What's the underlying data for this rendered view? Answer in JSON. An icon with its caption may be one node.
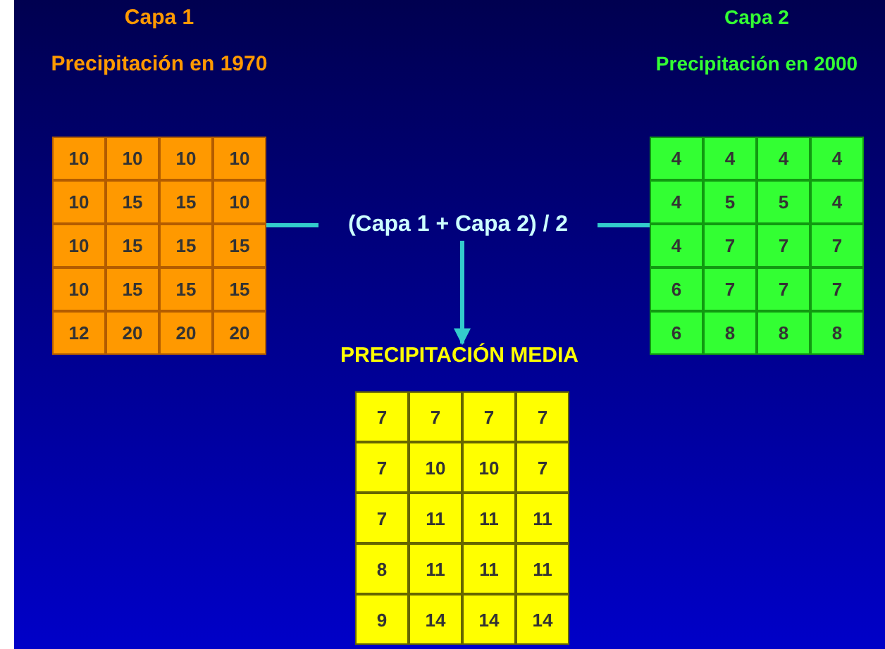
{
  "diagram": {
    "nodes": [
      {
        "text": [
          "Capa 1",
          "Precipitación en 1970"
        ]
      },
      {
        "text": [
          "10"
        ],
        "in": 0
      },
      {
        "text": [
          "10"
        ],
        "in": 0
      },
      {
        "text": [
          "10"
        ],
        "in": 0
      },
      {
        "text": [
          "10"
        ],
        "in": 0
      },
      {
        "text": [
          "10"
        ],
        "in": 0
      },
      {
        "text": [
          "15"
        ],
        "in": 0
      },
      {
        "text": [
          "15"
        ],
        "in": 0
      },
      {
        "text": [
          "10"
        ],
        "in": 0
      },
      {
        "text": [
          "10"
        ],
        "in": 0
      },
      {
        "text": [
          "15"
        ],
        "in": 0
      },
      {
        "text": [
          "15"
        ],
        "in": 0
      },
      {
        "text": [
          "15"
        ],
        "in": 0
      },
      {
        "text": [
          "10"
        ],
        "in": 0
      },
      {
        "text": [
          "15"
        ],
        "in": 0
      },
      {
        "text": [
          "15"
        ],
        "in": 0
      },
      {
        "text": [
          "15"
        ],
        "in": 0
      },
      {
        "text": [
          "12"
        ],
        "in": 0
      },
      {
        "text": [
          "20"
        ],
        "in": 0
      },
      {
        "text": [
          "20"
        ],
        "in": 0
      },
      {
        "text": [
          "20"
        ],
        "in": 0
      },
      {
        "text": [
          "Capa 2",
          "Precipitación en 2000"
        ]
      },
      {
        "text": [
          "4"
        ],
        "in": 21
      },
      {
        "text": [
          "4"
        ],
        "in": 21
      },
      {
        "text": [
          "4"
        ],
        "in": 21
      },
      {
        "text": [
          "4"
        ],
        "in": 21
      },
      {
        "text": [
          "4"
        ],
        "in": 21
      },
      {
        "text": [
          "5"
        ],
        "in": 21
      },
      {
        "text": [
          "5"
        ],
        "in": 21
      },
      {
        "text": [
          "4"
        ],
        "in": 21
      },
      {
        "text": [
          "4"
        ],
        "in": 21
      },
      {
        "text": [
          "7"
        ],
        "in": 21
      },
      {
        "text": [
          "7"
        ],
        "in": 21
      },
      {
        "text": [
          "7"
        ],
        "in": 21
      },
      {
        "text": [
          "6"
        ],
        "in": 21
      },
      {
        "text": [
          "7"
        ],
        "in": 21
      },
      {
        "text": [
          "7"
        ],
        "in": 21
      },
      {
        "text": [
          "7"
        ],
        "in": 21
      },
      {
        "text": [
          "6"
        ],
        "in": 21
      },
      {
        "text": [
          "8"
        ],
        "in": 21
      },
      {
        "text": [
          "8"
        ],
        "in": 21
      },
      {
        "text": [
          "8"
        ],
        "in": 21
      },
      {
        "text": [
          "(Capa 1 + Capa 2) / 2"
        ]
      },
      {
        "text": [
          "PRECIPITACIÓN MEDIA"
        ]
      },
      {
        "text": [
          "7"
        ],
        "in": 43
      },
      {
        "text": [
          "7"
        ],
        "in": 43
      },
      {
        "text": [
          "7"
        ],
        "in": 43
      },
      {
        "text": [
          "7"
        ],
        "in": 43
      },
      {
        "text": [
          "7"
        ],
        "in": 43
      },
      {
        "text": [
          "10"
        ],
        "in": 43
      },
      {
        "text": [
          "10"
        ],
        "in": 43
      },
      {
        "text": [
          "7"
        ],
        "in": 43
      },
      {
        "text": [
          "7"
        ],
        "in": 43
      },
      {
        "text": [
          "11"
        ],
        "in": 43
      },
      {
        "text": [
          "11"
        ],
        "in": 43
      },
      {
        "text": [
          "11"
        ],
        "in": 43
      },
      {
        "text": [
          "8"
        ],
        "in": 43
      },
      {
        "text": [
          "11"
        ],
        "in": 43
      },
      {
        "text": [
          "11"
        ],
        "in": 43
      },
      {
        "text": [
          "11"
        ],
        "in": 43
      },
      {
        "text": [
          "9"
        ],
        "in": 43
      },
      {
        "text": [
          "14"
        ],
        "in": 43
      },
      {
        "text": [
          "14"
        ],
        "in": 43
      },
      {
        "text": [
          "14"
        ],
        "in": 43
      }
    ],
    "edges": [
      {
        "from": 0,
        "to": 42,
        "arrow": "none"
      },
      {
        "from": 21,
        "to": 42,
        "arrow": "none"
      },
      {
        "from": 42,
        "to": 43,
        "arrow": "to"
      }
    ]
  }
}
